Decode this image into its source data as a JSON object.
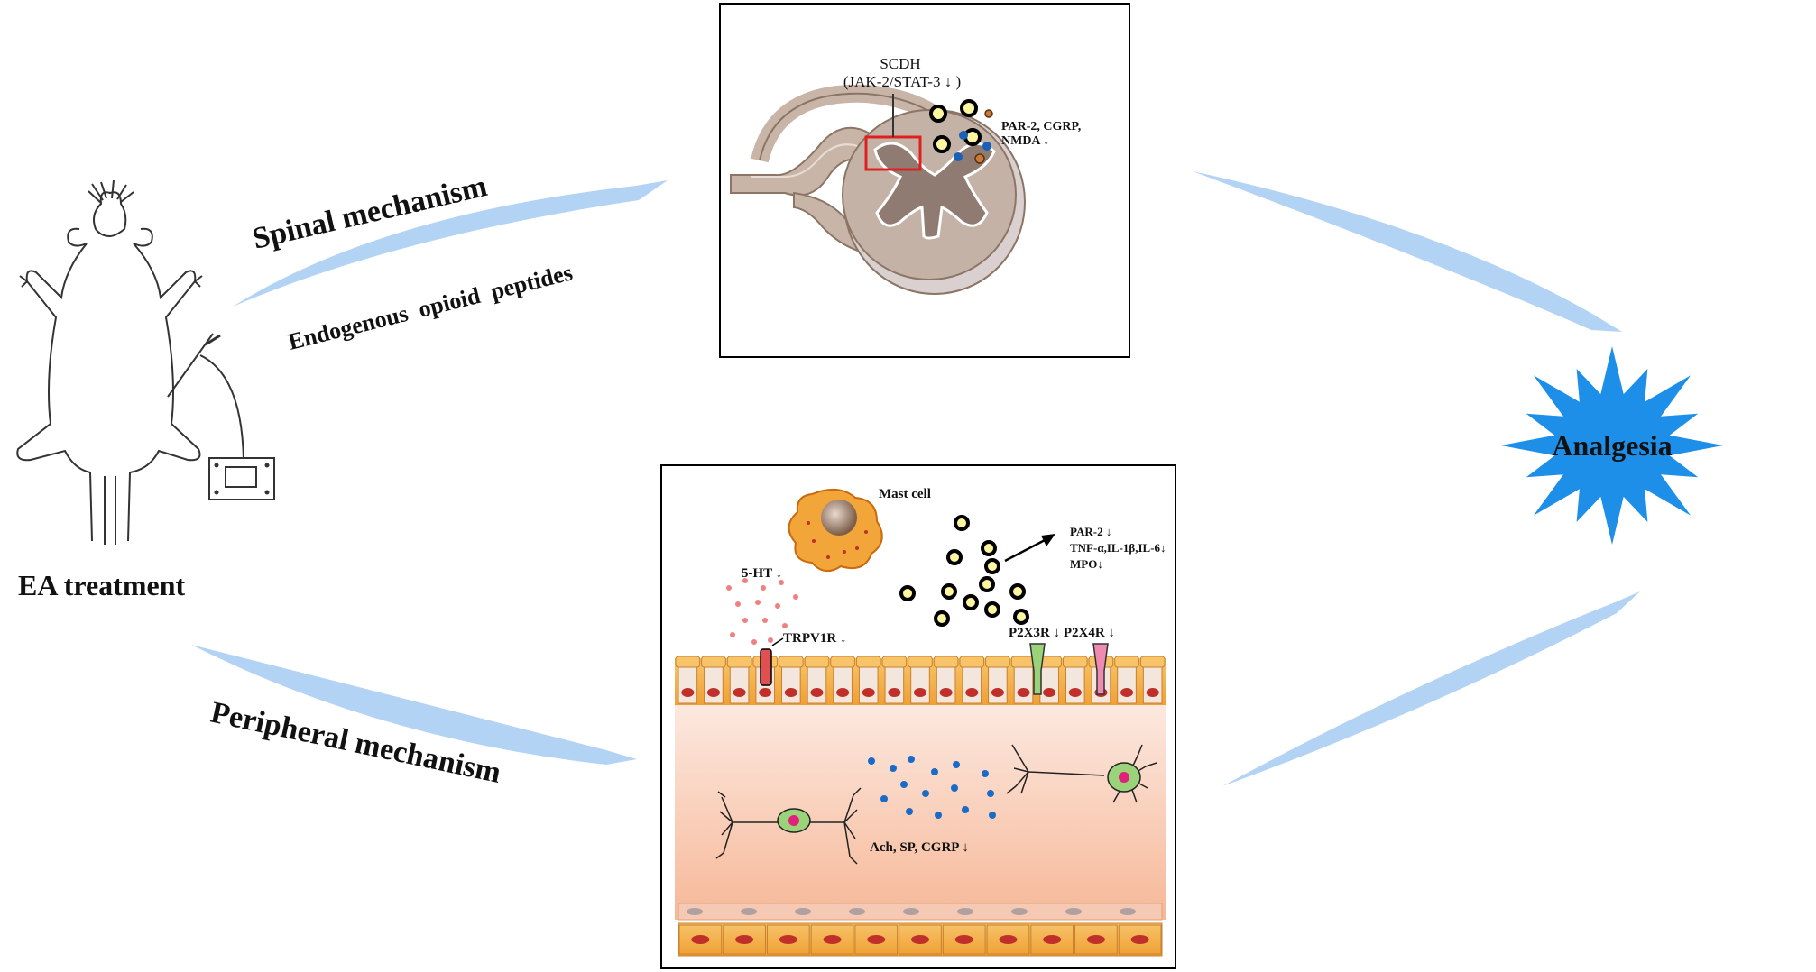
{
  "left": {
    "label": "EA treatment"
  },
  "spinal": {
    "arrow_label": "Spinal mechanism",
    "sub_label": "Endogenous  opioid  peptides",
    "scdh_title": "SCDH",
    "scdh_sub": "(JAK-2/STAT-3 ↓ )",
    "markers_line1": "PAR-2, CGRP,",
    "markers_line2": "NMDA ↓"
  },
  "peripheral": {
    "arrow_label": "Peripheral mechanism",
    "mast_cell": "Mast cell",
    "mediators_line1": "PAR-2 ↓",
    "mediators_line2": "TNF-α,IL-1β,IL-6↓",
    "mediators_line3": "MPO↓",
    "serotonin": "5-HT ↓",
    "trpv1r": "TRPV1R ↓",
    "p2x_receptors": "P2X3R ↓ P2X4R ↓",
    "neurotransmitters": "Ach, SP, CGRP ↓"
  },
  "right": {
    "label": "Analgesia"
  },
  "colors": {
    "arrow_blue": "#b3d3f5",
    "star_blue": "#1d8fe8",
    "box_red": "#e02020",
    "epithelium_orange": "#f2a63a",
    "nucleus_red": "#c0302a"
  }
}
